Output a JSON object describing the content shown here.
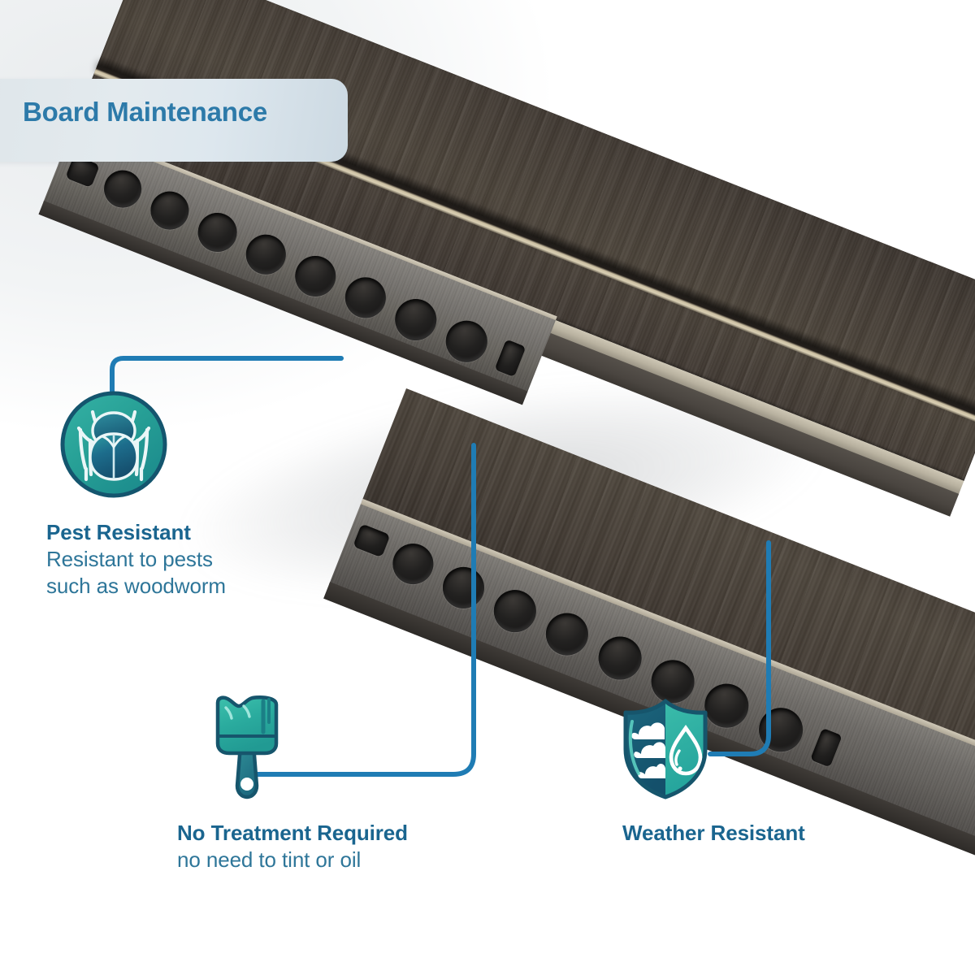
{
  "page": {
    "title": "Board Maintenance",
    "background_color": "#ffffff",
    "accent_line_color": "#1f7cb4",
    "heading_color": "#1a658f",
    "subtext_color": "#2e7699",
    "icon_teal": "#2aab9e",
    "icon_dark": "#15556e"
  },
  "badge": {
    "label": "Board Maintenance",
    "text_color": "#2d7aa9",
    "background": "#dfe6ea"
  },
  "product": {
    "name": "hollow composite decking board",
    "board_count": 2,
    "surface_color": "#453d35",
    "end_face_color": "#76736f",
    "groove_color": "#d9cfb4",
    "chambers_top_board": 9,
    "chambers_bottom_board": 9
  },
  "features": [
    {
      "id": "pest-resistant",
      "icon": "beetle-icon",
      "icon_shape": "circle",
      "title": "Pest Resistant",
      "subtitle_lines": [
        "Resistant to pests",
        "such as woodworm"
      ],
      "connector": "elbow-up-right"
    },
    {
      "id": "no-treatment-required",
      "icon": "paintbrush-icon",
      "icon_shape": "brush",
      "title": "No Treatment Required",
      "subtitle_lines": [
        "no need to tint or oil"
      ],
      "connector": "elbow-right-up"
    },
    {
      "id": "weather-resistant",
      "icon": "shield-weather-icon",
      "icon_shape": "shield",
      "title": "Weather Resistant",
      "subtitle_lines": [],
      "connector": "elbow-right-up"
    }
  ]
}
